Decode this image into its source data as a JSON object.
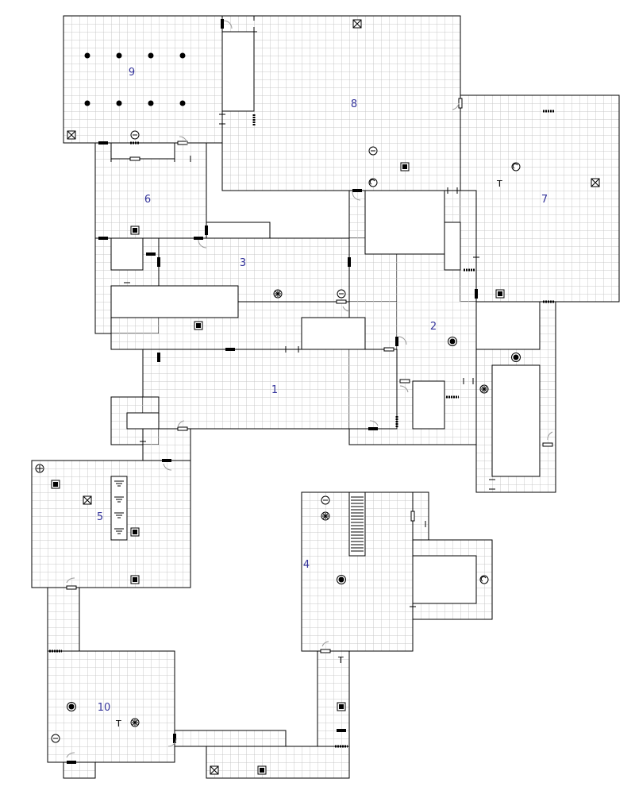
{
  "map": {
    "rooms": [
      {
        "id": "1"
      },
      {
        "id": "2"
      },
      {
        "id": "3"
      },
      {
        "id": "4"
      },
      {
        "id": "5"
      },
      {
        "id": "6"
      },
      {
        "id": "7"
      },
      {
        "id": "8"
      },
      {
        "id": "9"
      },
      {
        "id": "10"
      }
    ],
    "throne_glyph": "T",
    "colors": {
      "background": "#ffffff",
      "floor": "#ffffff",
      "grid": "#c8c8c8",
      "wall": "#000000",
      "room_label": "#33339a",
      "door_solid": "#000000",
      "door_open": "#ffffff"
    },
    "legend_icons": [
      "pillar-icon",
      "trap-x-icon",
      "chest-icon",
      "statue-icon",
      "fountain-icon",
      "altar-icon",
      "well-icon",
      "compass-icon",
      "throne-icon",
      "stairs-icon",
      "curtain-icon"
    ]
  }
}
